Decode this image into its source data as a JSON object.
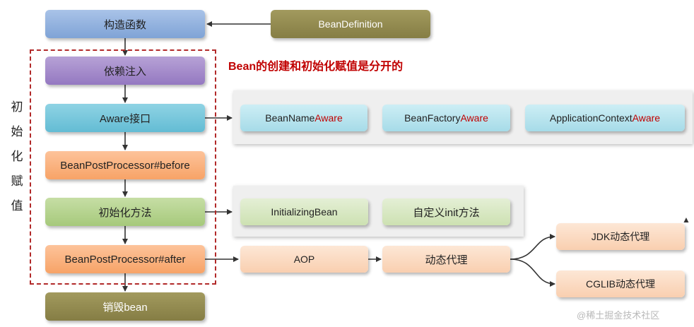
{
  "flow": {
    "constructor": "构造函数",
    "bean_definition": "BeanDefinition",
    "dependency_injection": "依赖注入",
    "aware_interface": "Aware接口",
    "bpp_before": "BeanPostProcessor#before",
    "init_method": "初始化方法",
    "bpp_after": "BeanPostProcessor#after",
    "destroy": "销毁bean"
  },
  "side_label": [
    "初",
    "始",
    "化",
    "赋",
    "值"
  ],
  "note": "Bean的创建和初始化赋值是分开的",
  "aware_items": [
    {
      "prefix": "BeanName",
      "suffix": "Aware"
    },
    {
      "prefix": "BeanFactory",
      "suffix": "Aware"
    },
    {
      "prefix": "ApplicationContext",
      "suffix": "Aware"
    }
  ],
  "init_items": [
    "InitializingBean",
    "自定义init方法"
  ],
  "after_items": {
    "aop": "AOP",
    "dynamic_proxy": "动态代理",
    "jdk_proxy": "JDK动态代理",
    "cglib_proxy": "CGLIB动态代理"
  },
  "watermark": "@稀土掘金技术社区",
  "colors": {
    "accent_red": "#c00000",
    "dashed_border": "#b22a2a"
  }
}
